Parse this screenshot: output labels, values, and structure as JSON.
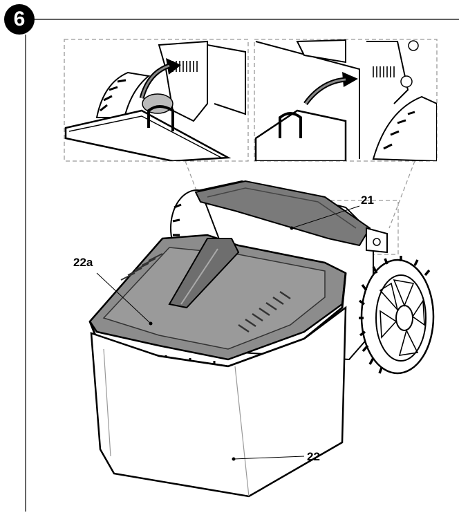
{
  "step": {
    "number": "6"
  },
  "callouts": {
    "c21": "21",
    "c22a": "22a",
    "c22": "22"
  },
  "colors": {
    "ink": "#000000",
    "body_grey": "#8c8c8c",
    "dark_grey": "#5a5a5a",
    "light_grey": "#b9b9b9",
    "bag": "#ffffff"
  }
}
